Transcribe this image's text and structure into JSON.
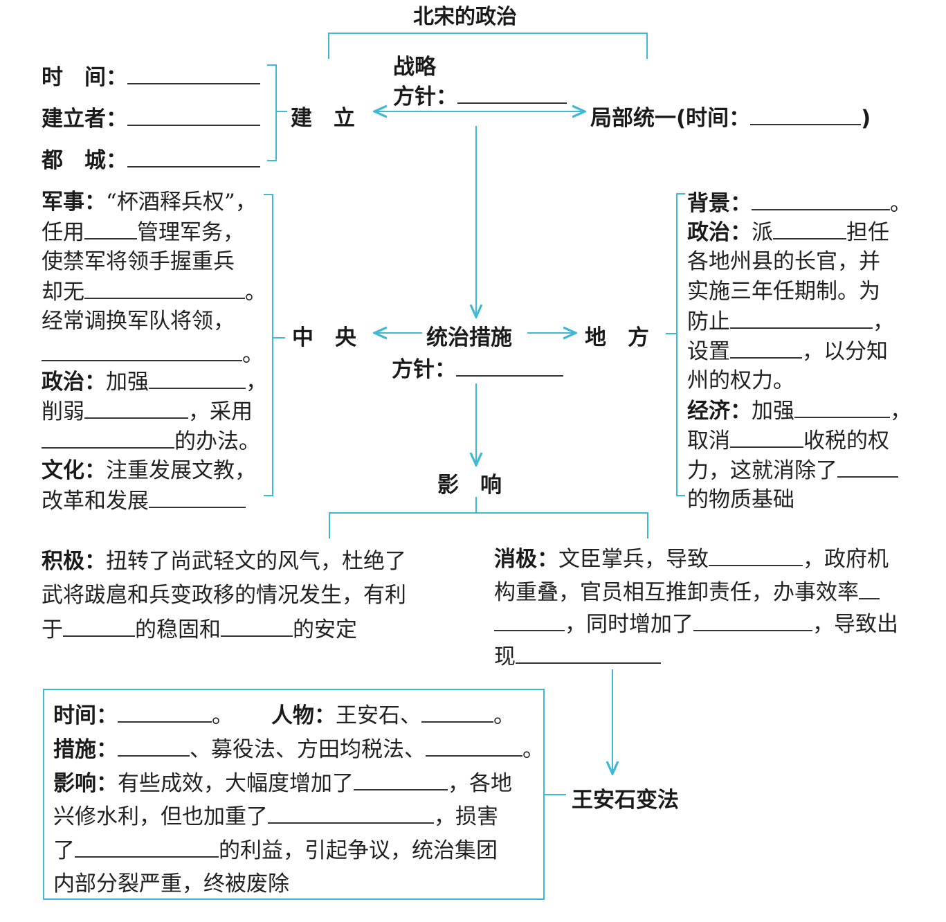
{
  "title": "北宋的政治",
  "jianli": {
    "node": "建　立",
    "time": "时　间：",
    "founder": "建立者：",
    "capital": "都　城：",
    "strategy_1": "战略",
    "strategy_2": "方针：",
    "unify": "局部统一(时间：",
    "unify_end": ")"
  },
  "center": {
    "node": "中　央",
    "mil_1_label": "军事：",
    "mil_1_text": "“杯酒释兵权”，",
    "mil_2a": "任用",
    "mil_2b": "管理军务，",
    "mil_3": "使禁军将领手握重兵",
    "mil_4a": "却无",
    "mil_4b": "。",
    "mil_5": "经常调换军队将领，",
    "mil_6b": "。",
    "pol_label": "政治：",
    "pol_1a": "加强",
    "pol_1b": "，",
    "pol_2a": "削弱",
    "pol_2b": "，采用",
    "pol_3b": "的办法。",
    "cul_label": "文化：",
    "cul_1": "注重发展文教，",
    "cul_2a": "改革和发展"
  },
  "measures": {
    "node": "统治措施",
    "policy": "方针："
  },
  "local": {
    "node": "地　方",
    "bg_label": "背景：",
    "bg_end": "。",
    "pol_label": "政治：",
    "pol_1a": "派",
    "pol_1b": "担任",
    "pol_2": "各地州县的长官，并",
    "pol_3": "实施三年任期制。为",
    "pol_4a": "防止",
    "pol_4b": "，",
    "pol_5a": "设置",
    "pol_5b": "，以分知",
    "pol_6": "州的权力。",
    "eco_label": "经济：",
    "eco_1a": "加强",
    "eco_1b": "，",
    "eco_2a": "取消",
    "eco_2b": "收税的权",
    "eco_3a": "力，这就消除了",
    "eco_4": "的物质基础"
  },
  "impact": {
    "node": "影　响",
    "pos_label": "积极：",
    "pos_1": "扭转了尚武轻文的风气，杜绝了",
    "pos_2": "武将跋扈和兵变政移的情况发生，有利",
    "pos_3a": "于",
    "pos_3b": "的稳固和",
    "pos_3c": "的安定",
    "neg_label": "消极：",
    "neg_1a": "文臣掌兵，导致",
    "neg_1b": "，政府机",
    "neg_2": "构重叠，官员相互推卸责任，办事效率",
    "neg_3b": "，同时增加了",
    "neg_3c": "，导致出",
    "neg_4a": "现"
  },
  "reform": {
    "node": "王安石变法",
    "time_label": "时间：",
    "time_end": "。",
    "person_label": "人物：",
    "person_text": "王安石、",
    "person_end": "。",
    "measure_label": "措施：",
    "measure_mid": "、募役法、方田均税法、",
    "measure_end": "。",
    "impact_label": "影响：",
    "impact_1a": "有些成效，大幅度增加了",
    "impact_1b": "，各地",
    "impact_2a": "兴修水利，但也加重了",
    "impact_2b": "，损害",
    "impact_3a": "了",
    "impact_3b": "的利益，引起争议，统治集团",
    "impact_4": "内部分裂严重，终被废除"
  },
  "colors": {
    "line": "#3fb8d6",
    "text": "#222222"
  }
}
